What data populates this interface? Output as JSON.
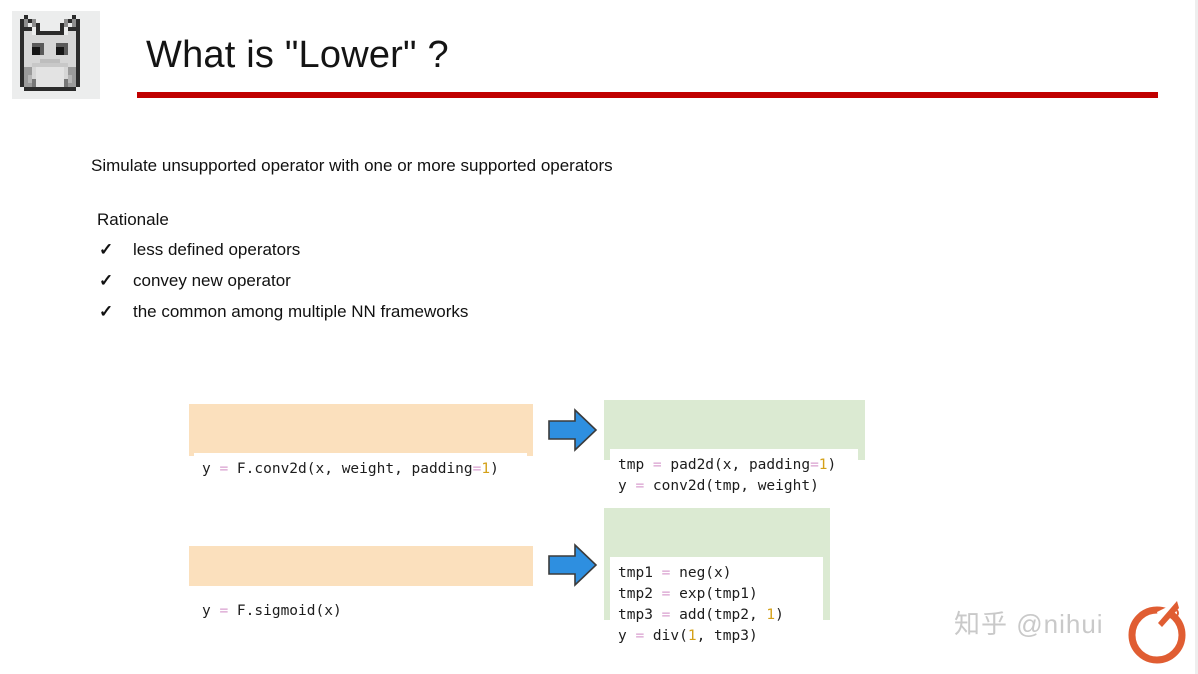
{
  "slide": {
    "title": "What is \"Lower\" ?",
    "rule_color": "#c00000",
    "lead": "Simulate unsupported operator with one or more supported operators",
    "rationale_heading": "Rationale",
    "bullets": [
      {
        "marker": "✓",
        "label": "less defined operators"
      },
      {
        "marker": "✓",
        "label": "convey new operator"
      },
      {
        "marker": "✓",
        "label": "the common among multiple NN frameworks"
      }
    ]
  },
  "logo": {
    "name": "pixel-cat-logo",
    "background": "#eceded"
  },
  "examples": [
    {
      "source": {
        "box_color": "#fbe0bd",
        "lines": [
          [
            {
              "t": "y ",
              "k": "plain"
            },
            {
              "t": "=",
              "k": "op"
            },
            {
              "t": " F.conv2d(x, weight, padding",
              "k": "plain"
            },
            {
              "t": "=",
              "k": "op"
            },
            {
              "t": "1",
              "k": "num"
            },
            {
              "t": ")",
              "k": "plain"
            }
          ]
        ]
      },
      "arrow": {
        "name": "right-arrow-icon",
        "color": "#2e8fe0"
      },
      "target": {
        "box_color": "#dbead2",
        "lines": [
          [
            {
              "t": "tmp ",
              "k": "plain"
            },
            {
              "t": "=",
              "k": "op"
            },
            {
              "t": " pad2d(x, padding",
              "k": "plain"
            },
            {
              "t": "=",
              "k": "op"
            },
            {
              "t": "1",
              "k": "num"
            },
            {
              "t": ")",
              "k": "plain"
            }
          ],
          [
            {
              "t": "y ",
              "k": "plain"
            },
            {
              "t": "=",
              "k": "op"
            },
            {
              "t": " conv2d(tmp, weight)",
              "k": "plain"
            }
          ]
        ]
      }
    },
    {
      "source": {
        "box_color": "#fbe0bd",
        "lines": [
          [
            {
              "t": "y ",
              "k": "plain"
            },
            {
              "t": "=",
              "k": "op"
            },
            {
              "t": " F.sigmoid(x)",
              "k": "plain"
            }
          ]
        ]
      },
      "arrow": {
        "name": "right-arrow-icon",
        "color": "#2e8fe0"
      },
      "target": {
        "box_color": "#dbead2",
        "lines": [
          [
            {
              "t": "tmp1 ",
              "k": "plain"
            },
            {
              "t": "=",
              "k": "op"
            },
            {
              "t": " neg(x)",
              "k": "plain"
            }
          ],
          [
            {
              "t": "tmp2 ",
              "k": "plain"
            },
            {
              "t": "=",
              "k": "op"
            },
            {
              "t": " exp(tmp1)",
              "k": "plain"
            }
          ],
          [
            {
              "t": "tmp3 ",
              "k": "plain"
            },
            {
              "t": "=",
              "k": "op"
            },
            {
              "t": " add(tmp2, ",
              "k": "plain"
            },
            {
              "t": "1",
              "k": "num"
            },
            {
              "t": ")",
              "k": "plain"
            }
          ],
          [
            {
              "t": "y ",
              "k": "plain"
            },
            {
              "t": "=",
              "k": "op"
            },
            {
              "t": " div(",
              "k": "plain"
            },
            {
              "t": "1",
              "k": "num"
            },
            {
              "t": ", tmp3)",
              "k": "plain"
            }
          ]
        ]
      }
    }
  ],
  "watermark": {
    "text": "知乎 @nihui",
    "logo_color": "#e05d32",
    "text_color": "#c9c9c9"
  }
}
